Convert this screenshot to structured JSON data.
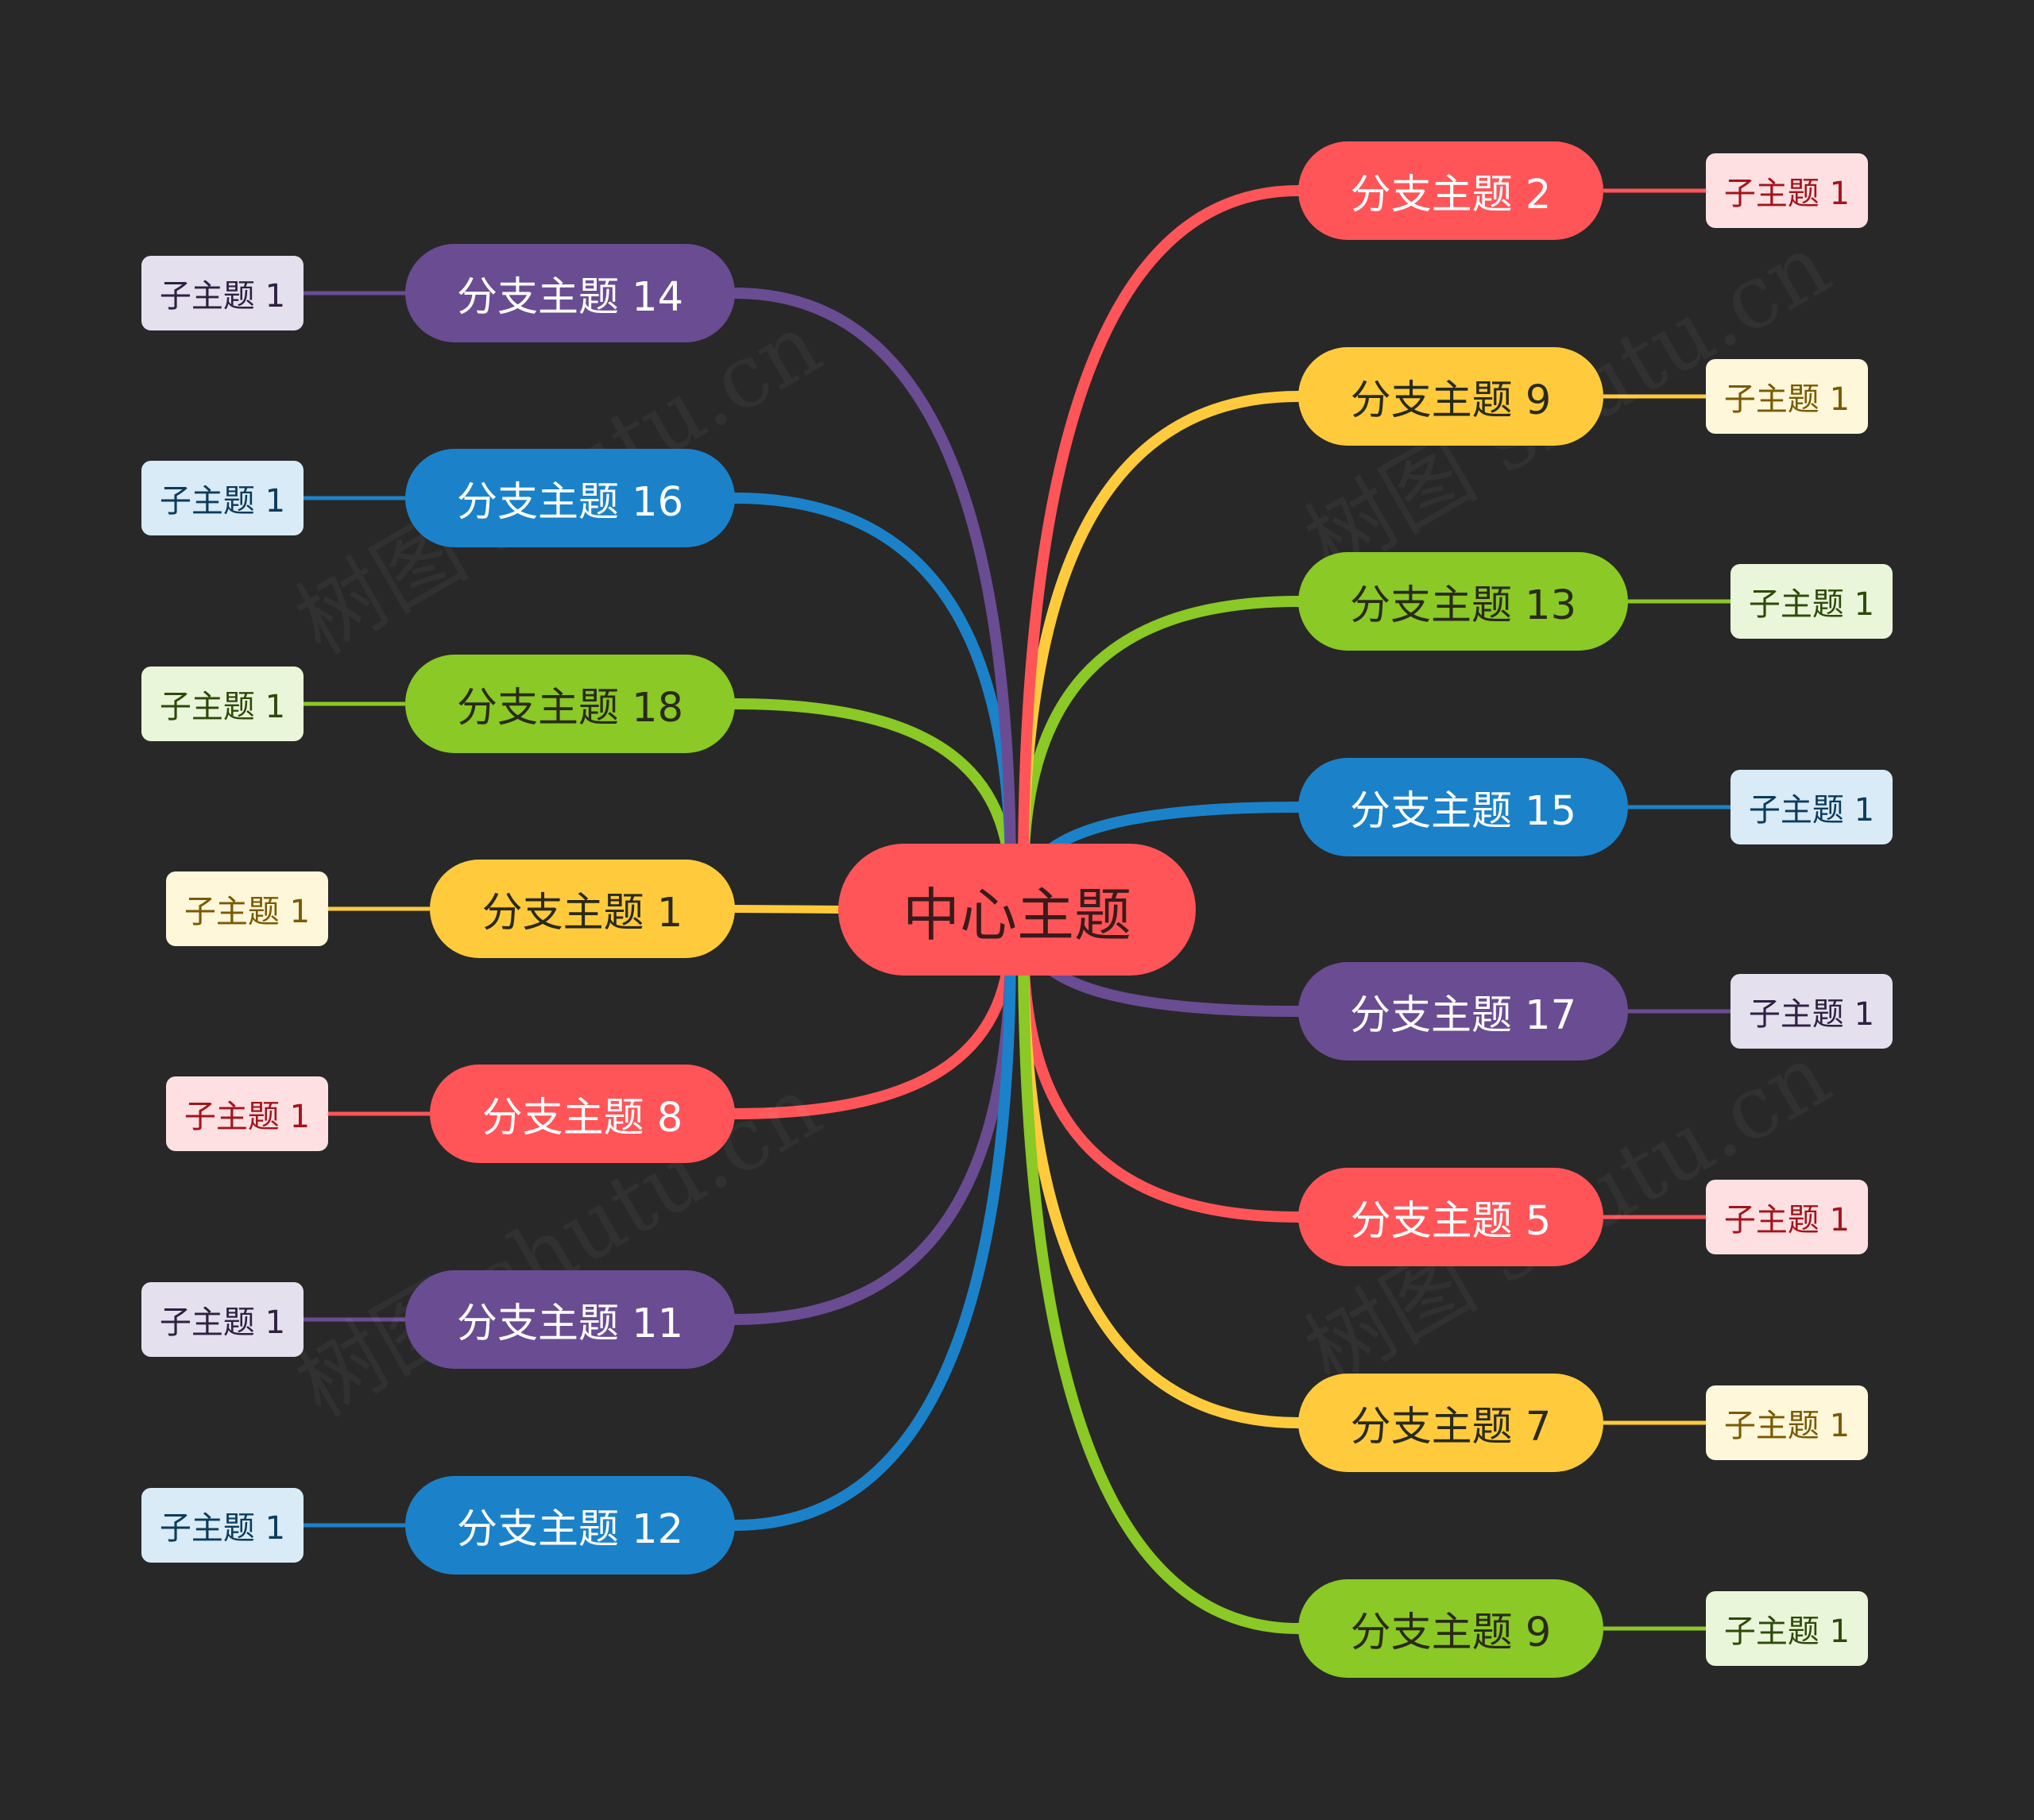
{
  "root": {
    "label": "中心主题",
    "color": "#FF5558",
    "text_color": "#3a1a1a"
  },
  "palette": {
    "red": {
      "main": "#FF5558",
      "light": "#FFE0E2",
      "dark": "#A3141C"
    },
    "yellow": {
      "main": "#FFCB3D",
      "light": "#FFF7DA",
      "dark": "#7A5A00"
    },
    "green": {
      "main": "#8AC926",
      "light": "#EAF6D9",
      "dark": "#2E4A0A"
    },
    "blue": {
      "main": "#1B82C9",
      "light": "#D8EBF7",
      "dark": "#0D3C5C"
    },
    "purple": {
      "main": "#6A4C93",
      "light": "#E4E0EE",
      "dark": "#2E2142"
    }
  },
  "branches": [
    {
      "label": "分支主题 14",
      "color": "purple",
      "side": "left",
      "child": "子主题 1"
    },
    {
      "label": "分支主题 16",
      "color": "blue",
      "side": "left",
      "child": "子主题 1"
    },
    {
      "label": "分支主题 18",
      "color": "green",
      "side": "left",
      "child": "子主题 1"
    },
    {
      "label": "分支主题 1",
      "color": "yellow",
      "side": "left",
      "child": "子主题 1"
    },
    {
      "label": "分支主题 8",
      "color": "red",
      "side": "left",
      "child": "子主题 1"
    },
    {
      "label": "分支主题 11",
      "color": "purple",
      "side": "left",
      "child": "子主题 1"
    },
    {
      "label": "分支主题 12",
      "color": "blue",
      "side": "left",
      "child": "子主题 1"
    },
    {
      "label": "分支主题 2",
      "color": "red",
      "side": "right",
      "child": "子主题 1"
    },
    {
      "label": "分支主题 9",
      "color": "yellow",
      "side": "right",
      "child": "子主题 1"
    },
    {
      "label": "分支主题 13",
      "color": "green",
      "side": "right",
      "child": "子主题 1"
    },
    {
      "label": "分支主题 15",
      "color": "blue",
      "side": "right",
      "child": "子主题 1"
    },
    {
      "label": "分支主题 17",
      "color": "purple",
      "side": "right",
      "child": "子主题 1"
    },
    {
      "label": "分支主题 5",
      "color": "red",
      "side": "right",
      "child": "子主题 1"
    },
    {
      "label": "分支主题 7",
      "color": "yellow",
      "side": "right",
      "child": "子主题 1"
    },
    {
      "label": "分支主题 9",
      "color": "green",
      "side": "right",
      "child": "子主题 1"
    }
  ],
  "watermark": "树图 shutu.cn"
}
